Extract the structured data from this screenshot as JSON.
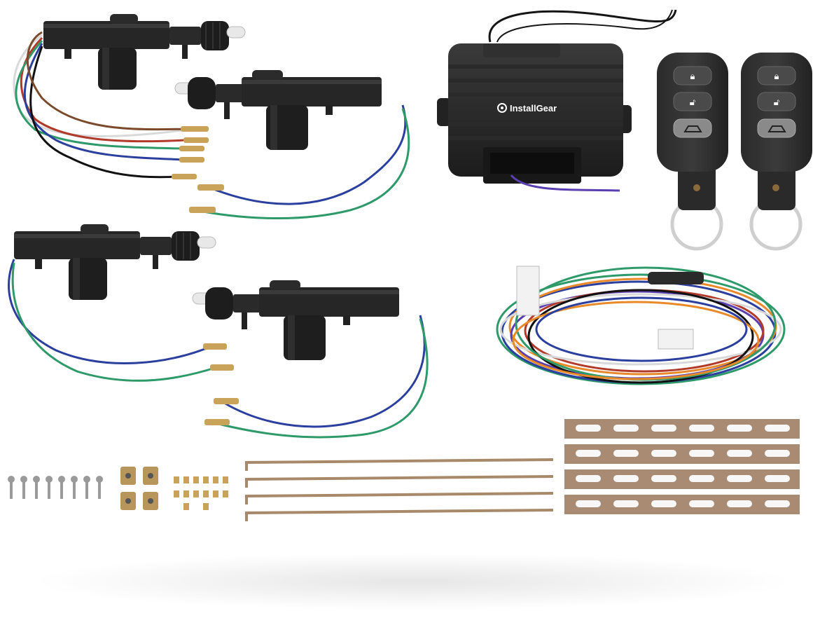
{
  "product": {
    "brand_label": "InstallGear"
  },
  "colors": {
    "plastic": "#232323",
    "plastic_light": "#3a3a3a",
    "wire_blue": "#2b3f9e",
    "wire_green": "#2e9a6a",
    "wire_red": "#b23a2a",
    "wire_brown": "#7a4a2a",
    "wire_white": "#d9d9d9",
    "wire_black": "#111111",
    "wire_orange": "#e98a2a",
    "wire_purple": "#5a3fb0",
    "brass": "#b8955a",
    "rod": "#a8896a",
    "plate": "#a88b72",
    "ring": "#c8c8c8"
  },
  "components": {
    "door_lock_actuators": 4,
    "remote_fobs": 2,
    "control_module": 1,
    "wiring_harness": 1,
    "screws": 8,
    "clamps": 4,
    "nuts": 14,
    "rods": 4,
    "mounting_straps": 4
  }
}
